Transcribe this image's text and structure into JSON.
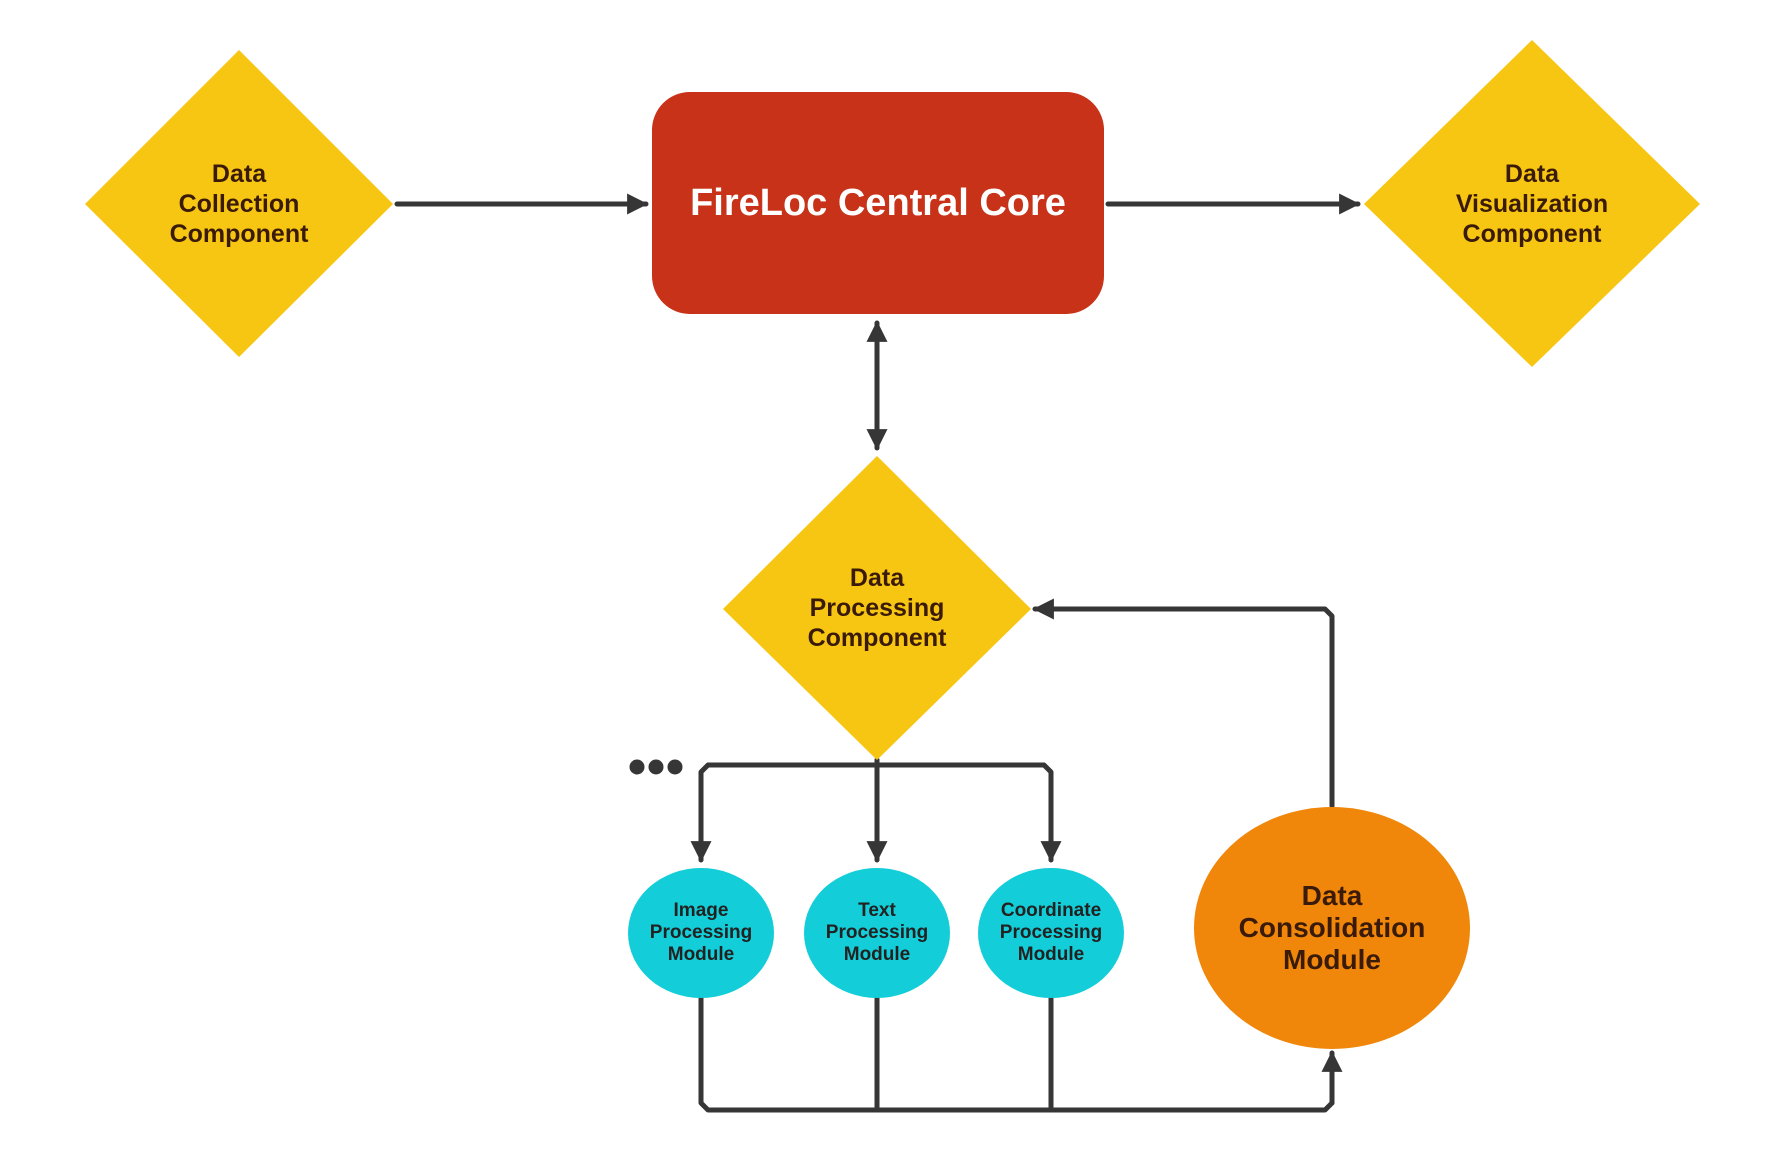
{
  "colors": {
    "diamond_fill": "#F7C612",
    "core_fill": "#C73218",
    "module_fill": "#13CDD8",
    "consolidation_fill": "#F0870A",
    "connector": "#363636",
    "background": "#FFFFFF"
  },
  "nodes": {
    "data_collection": "Data\nCollection\nComponent",
    "core": "FireLoc Central Core",
    "data_visualization": "Data\nVisualization\nComponent",
    "data_processing": "Data\nProcessing\nComponent",
    "image_module": "Image\nProcessing\nModule",
    "text_module": "Text\nProcessing\nModule",
    "coordinate_module": "Coordinate\nProcessing\nModule",
    "consolidation": "Data\nConsolidation\nModule"
  },
  "edges": [
    {
      "from": "data_collection",
      "to": "core",
      "direction": "forward"
    },
    {
      "from": "core",
      "to": "data_visualization",
      "direction": "forward"
    },
    {
      "from": "core",
      "to": "data_processing",
      "direction": "bidirectional"
    },
    {
      "from": "data_processing",
      "to": "image_module",
      "direction": "forward"
    },
    {
      "from": "data_processing",
      "to": "text_module",
      "direction": "forward"
    },
    {
      "from": "data_processing",
      "to": "coordinate_module",
      "direction": "forward"
    },
    {
      "from": "image_module",
      "to": "consolidation",
      "direction": "forward"
    },
    {
      "from": "text_module",
      "to": "consolidation",
      "direction": "forward"
    },
    {
      "from": "coordinate_module",
      "to": "consolidation",
      "direction": "forward"
    },
    {
      "from": "consolidation",
      "to": "data_processing",
      "direction": "forward"
    }
  ],
  "ellipsis_icon": "more-modules-ellipsis"
}
